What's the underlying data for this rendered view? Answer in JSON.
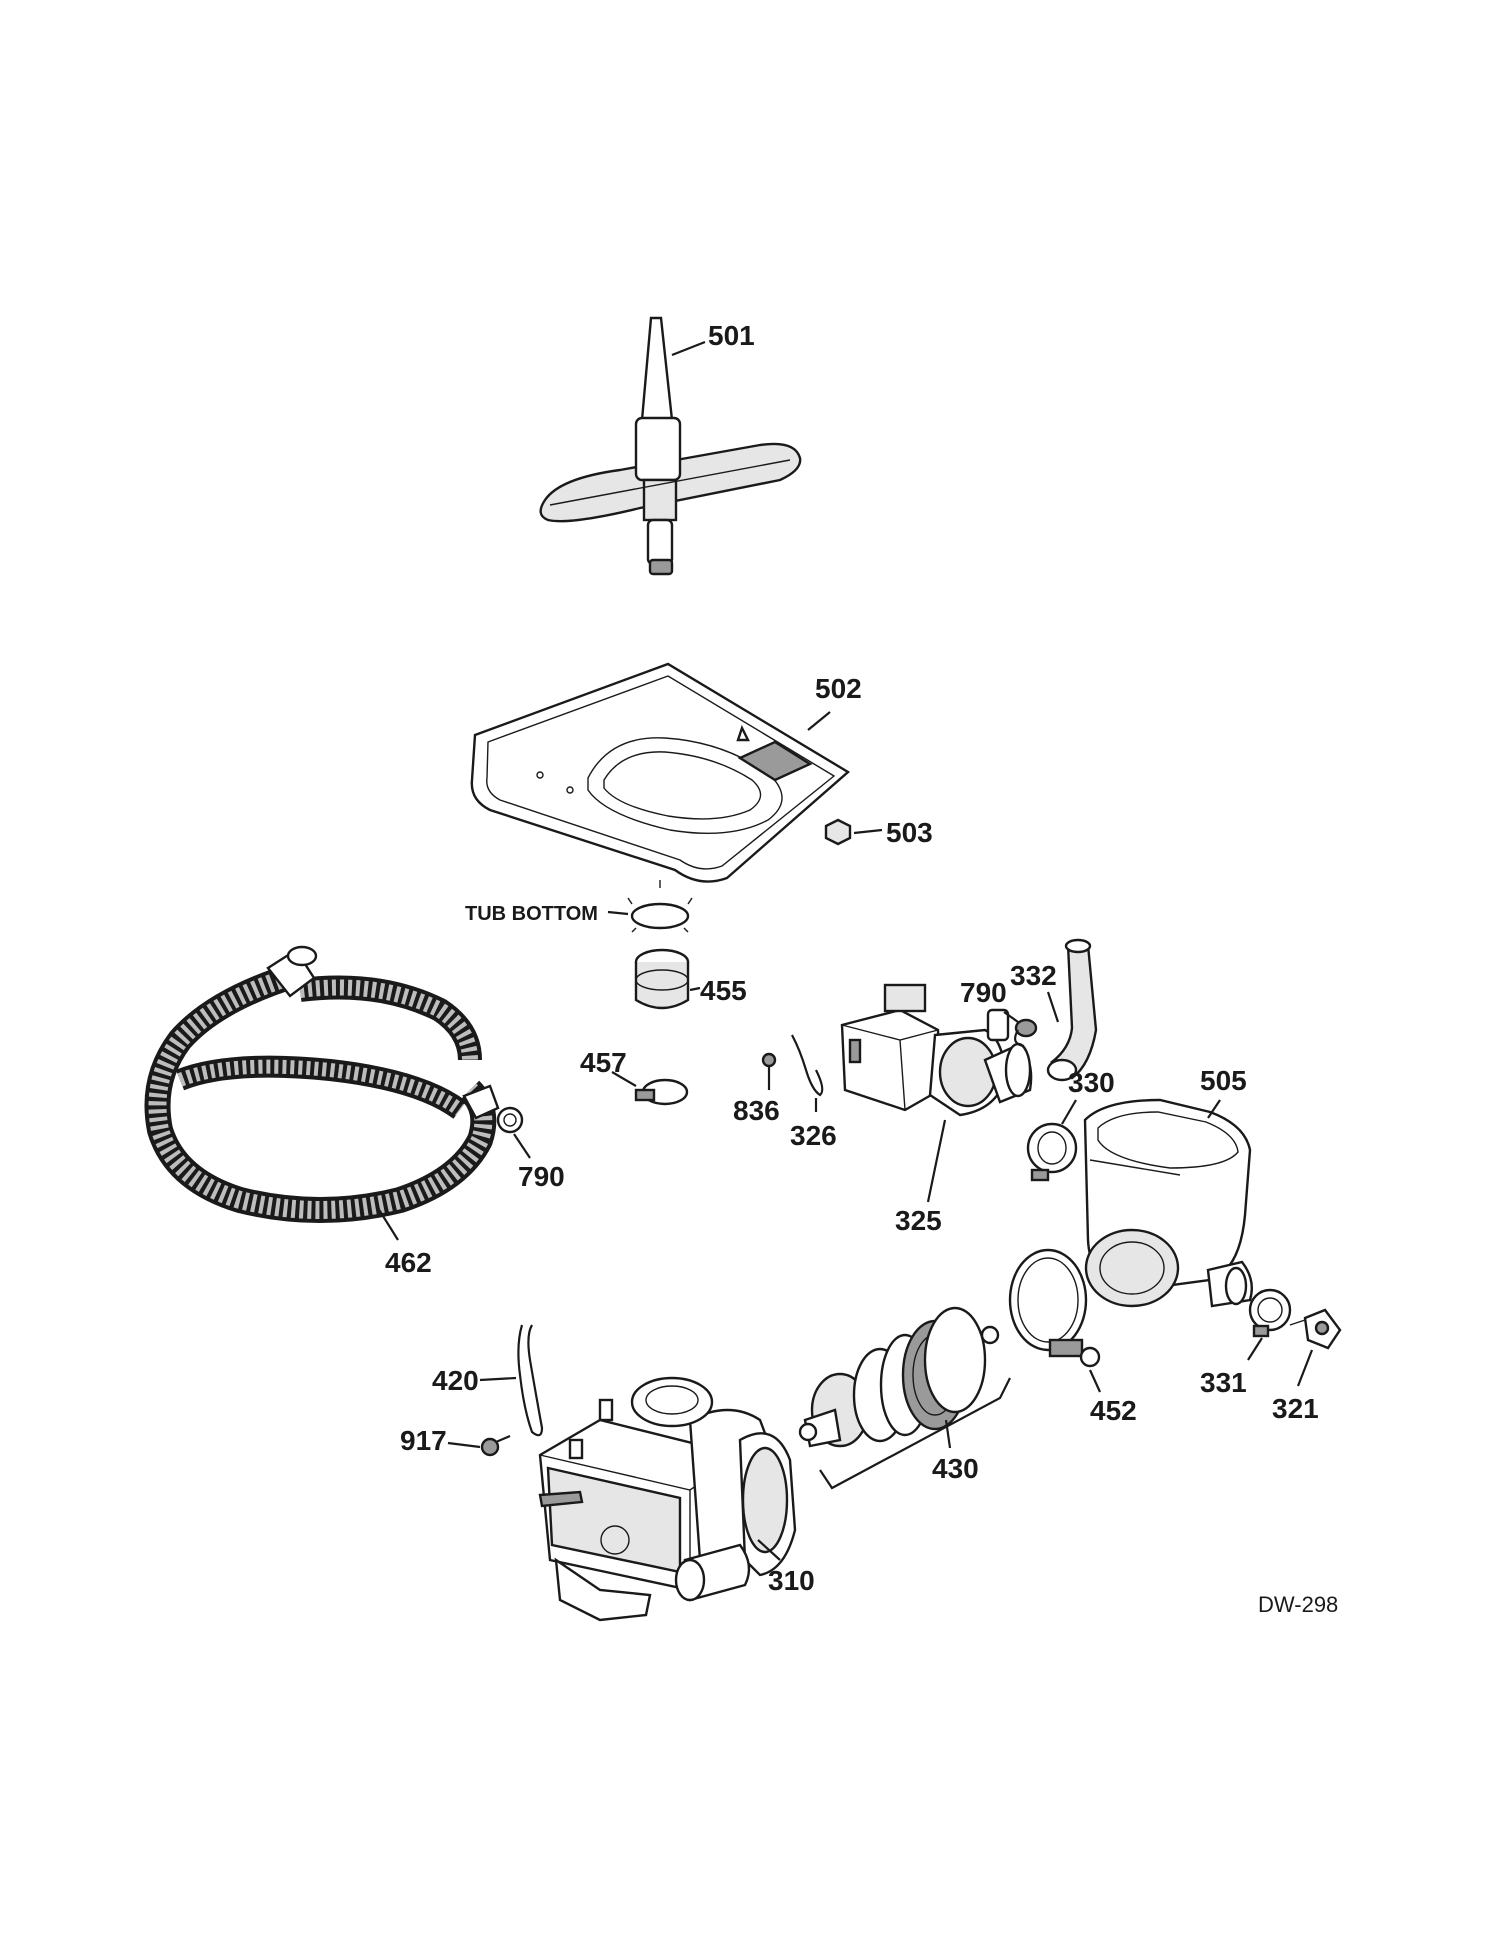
{
  "diagram": {
    "code": "DW-298",
    "tub_bottom_label": "TUB BOTTOM",
    "callouts": {
      "p501": "501",
      "p502": "502",
      "p503": "503",
      "p332": "332",
      "p790a": "790",
      "p455": "455",
      "p457": "457",
      "p836": "836",
      "p326": "326",
      "p330": "330",
      "p505": "505",
      "p790b": "790",
      "p325": "325",
      "p462": "462",
      "p420": "420",
      "p917": "917",
      "p430": "430",
      "p452": "452",
      "p331": "331",
      "p321": "321",
      "p310": "310"
    }
  }
}
